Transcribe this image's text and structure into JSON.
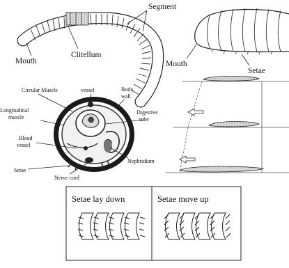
{
  "external_view": {
    "segment": "Segment",
    "mouth": "Mouth",
    "clitellum": "Clitellum"
  },
  "closeup_view": {
    "mouth": "Mouth",
    "setae": "Setae"
  },
  "cross_section": {
    "circular_muscle": "Circular Muscle",
    "vessel": "vessel",
    "body_wall_1": "Body",
    "body_wall_2": "wall",
    "longitudinal_1": "Longitudinal",
    "longitudinal_2": "muscle",
    "digestive_1": "Digestive",
    "digestive_2": "tube",
    "blood_1": "Blood",
    "blood_2": "vessel",
    "nephridium": "Nephridium",
    "setae": "Setae",
    "nerve_cord": "Nerve cord"
  },
  "setae_box": {
    "left_title": "Setae lay down",
    "right_title": "Setae move up"
  }
}
